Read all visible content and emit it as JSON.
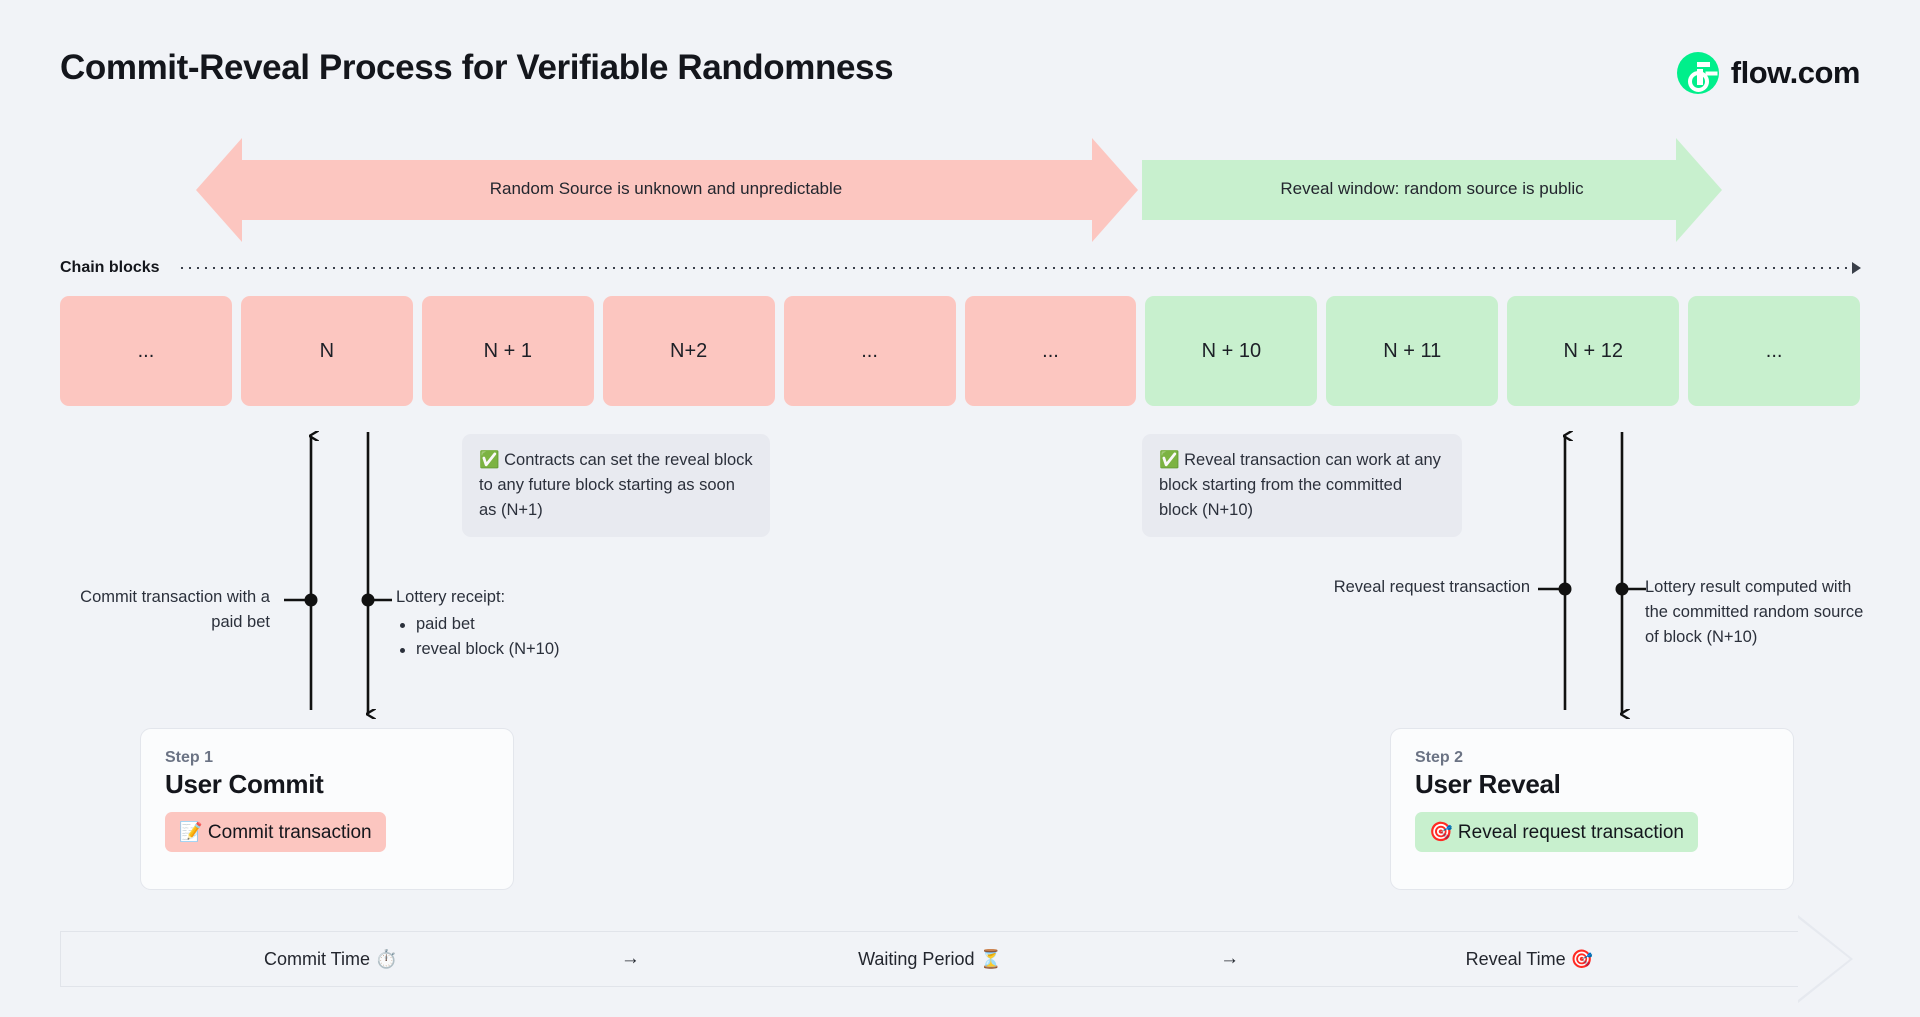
{
  "header": {
    "title": "Commit-Reveal Process for Verifiable Randomness",
    "brand": "flow.com"
  },
  "banners": {
    "unknown": "Random Source is unknown and unpredictable",
    "reveal": "Reveal window: random source is public"
  },
  "chain": {
    "label": "Chain blocks",
    "blocks": [
      {
        "label": "...",
        "tone": "pink"
      },
      {
        "label": "N",
        "tone": "pink"
      },
      {
        "label": "N + 1",
        "tone": "pink"
      },
      {
        "label": "N+2",
        "tone": "pink"
      },
      {
        "label": "...",
        "tone": "pink"
      },
      {
        "label": "...",
        "tone": "pink"
      },
      {
        "label": "N + 10",
        "tone": "green"
      },
      {
        "label": "N + 11",
        "tone": "green"
      },
      {
        "label": "N + 12",
        "tone": "green"
      },
      {
        "label": "...",
        "tone": "green"
      }
    ]
  },
  "notes": {
    "commit": "✅ Contracts can set the reveal block to any future block starting as soon as (N+1)",
    "reveal": "✅ Reveal transaction can work at any block starting from the committed block (N+10)"
  },
  "annotations": {
    "commit_tx": "Commit transaction with a paid bet",
    "receipt_title": "Lottery receipt:",
    "receipt_items": [
      "paid bet",
      "reveal block (N+10)"
    ],
    "reveal_request": "Reveal request transaction",
    "lottery_result": "Lottery result computed with the committed random source of block (N+10)"
  },
  "steps": [
    {
      "kicker": "Step 1",
      "title": "User Commit",
      "chip": "📝 Commit transaction",
      "tone": "pink"
    },
    {
      "kicker": "Step 2",
      "title": "User Reveal",
      "chip": "🎯 Reveal request transaction",
      "tone": "green"
    }
  ],
  "timeline": {
    "phases": [
      "Commit Time ⏱️",
      "Waiting Period ⏳",
      "Reveal Time 🎯"
    ],
    "separator": "→"
  },
  "colors": {
    "pink": "#fcc6c0",
    "green": "#c8f0ce",
    "background": "#f1f3f7",
    "brand_green": "#00ef8b",
    "ink": "#14161c"
  }
}
